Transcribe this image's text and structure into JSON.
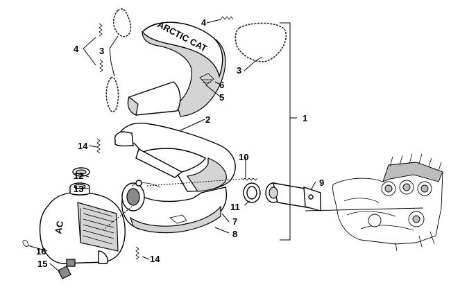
{
  "callouts": [
    {
      "id": "c1",
      "text": "1"
    },
    {
      "id": "c2",
      "text": "2"
    },
    {
      "id": "c3a",
      "text": "3"
    },
    {
      "id": "c3b",
      "text": "3"
    },
    {
      "id": "c4a",
      "text": "4"
    },
    {
      "id": "c4b",
      "text": "4"
    },
    {
      "id": "c5",
      "text": "5"
    },
    {
      "id": "c6",
      "text": "6"
    },
    {
      "id": "c7",
      "text": "7"
    },
    {
      "id": "c8",
      "text": "8"
    },
    {
      "id": "c9",
      "text": "9"
    },
    {
      "id": "c10",
      "text": "10"
    },
    {
      "id": "c11",
      "text": "11"
    },
    {
      "id": "c12",
      "text": "12"
    },
    {
      "id": "c13",
      "text": "13"
    },
    {
      "id": "c14a",
      "text": "14"
    },
    {
      "id": "c14b",
      "text": "14"
    },
    {
      "id": "c15",
      "text": "15"
    },
    {
      "id": "c16",
      "text": "16"
    }
  ],
  "heat_shield_logo": "ARCTIC CAT",
  "muffler_badge": "AC"
}
